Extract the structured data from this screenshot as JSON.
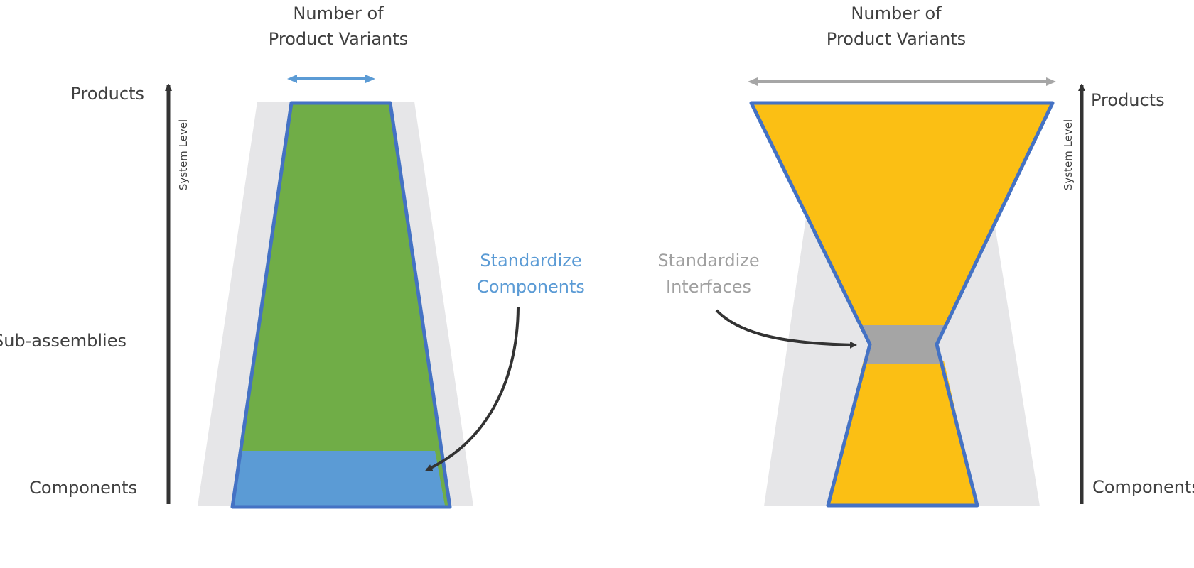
{
  "left_diagram": {
    "header_line1": "Number of",
    "header_line2": "Product Variants",
    "axis_label": "System Level",
    "level_top": "Products",
    "level_middle": "Sub-assemblies",
    "level_bottom": "Components",
    "annotation_line1": "Standardize",
    "annotation_line2": "Components"
  },
  "right_diagram": {
    "header_line1": "Number of",
    "header_line2": "Product Variants",
    "axis_label": "System Level",
    "level_top": "Products",
    "level_bottom": "Components",
    "annotation_line1": "Standardize",
    "annotation_line2": "Interfaces"
  },
  "colors": {
    "shadow": "#e6e6e8",
    "green": "#70ad47",
    "blue_band": "#5b9bd5",
    "outline": "#4472c4",
    "yellow": "#fbbf14",
    "interface_grey": "#a5a5a5",
    "arrow_dark": "#333333",
    "arrow_blue": "#5b9bd5",
    "arrow_grey": "#a6a6a6"
  }
}
